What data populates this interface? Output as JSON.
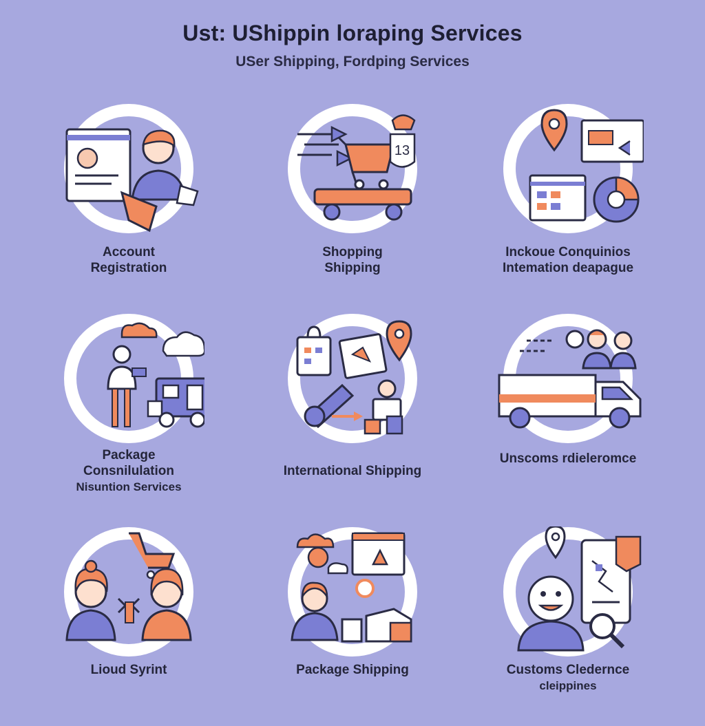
{
  "header": {
    "title": "Ust: UShippin loraping Services",
    "subtitle": "USer Shipping, Fordping Services"
  },
  "palette": {
    "background": "#a7a8df",
    "circle": "#ffffff",
    "ink": "#2a2b44",
    "accent_orange": "#f08a5d",
    "accent_purple": "#7b7ed3"
  },
  "services": [
    {
      "id": "account-registration",
      "icon": "registration-icon",
      "lines": [
        "Account",
        "Registration"
      ]
    },
    {
      "id": "shopping-shipping",
      "icon": "shopping-cart-icon",
      "lines": [
        "Shopping",
        "Shipping"
      ],
      "badge": "13"
    },
    {
      "id": "inckoue-conquinios",
      "icon": "map-dashboard-icon",
      "lines": [
        "Inckoue Conquinios",
        "Intemation deapague"
      ]
    },
    {
      "id": "package-consolidation",
      "icon": "delivery-truck-icon",
      "lines": [
        "Package",
        "Consnilulation",
        "Nisuntion Services"
      ]
    },
    {
      "id": "international-shipping",
      "icon": "global-shipping-icon",
      "lines": [
        "International Shipping"
      ]
    },
    {
      "id": "unscoms-clearance",
      "icon": "van-team-icon",
      "lines": [
        "Unscoms rdieleromce"
      ]
    },
    {
      "id": "cloud-syrint",
      "icon": "people-cart-icon",
      "lines": [
        "Lioud Syrint"
      ]
    },
    {
      "id": "package-shipping",
      "icon": "package-parcel-icon",
      "lines": [
        "Package Shipping"
      ]
    },
    {
      "id": "customs-clearance",
      "icon": "customs-search-icon",
      "lines": [
        "Customs Cledernce",
        "cleippines"
      ]
    }
  ]
}
